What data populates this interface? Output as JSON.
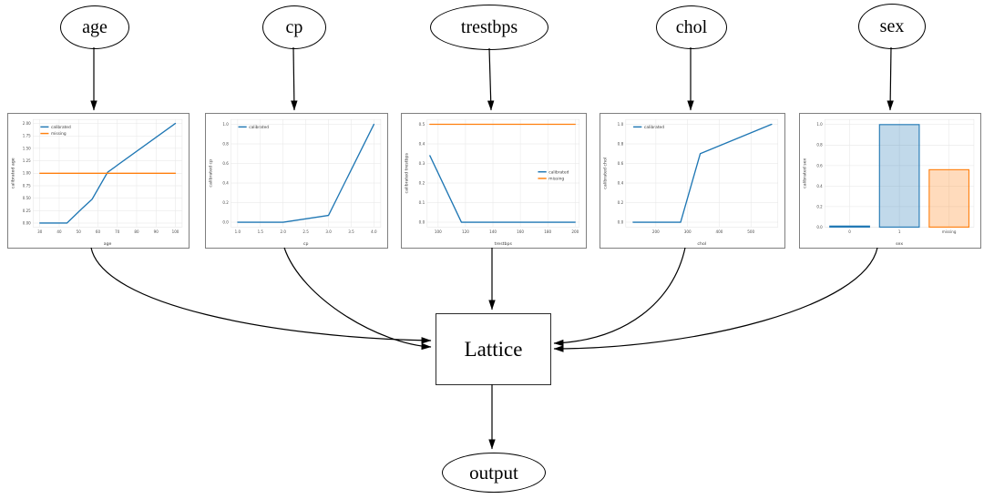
{
  "diagram": {
    "inputs": [
      {
        "id": "age",
        "label": "age"
      },
      {
        "id": "cp",
        "label": "cp"
      },
      {
        "id": "trestbps",
        "label": "trestbps"
      },
      {
        "id": "chol",
        "label": "chol"
      },
      {
        "id": "sex",
        "label": "sex"
      }
    ],
    "lattice_label": "Lattice",
    "output_label": "output",
    "edges": [
      {
        "from": "age",
        "to": "age-calibration-chart"
      },
      {
        "from": "cp",
        "to": "cp-calibration-chart"
      },
      {
        "from": "trestbps",
        "to": "trestbps-calibration-chart"
      },
      {
        "from": "chol",
        "to": "chol-calibration-chart"
      },
      {
        "from": "sex",
        "to": "sex-calibration-chart"
      },
      {
        "from": "age-calibration-chart",
        "to": "Lattice"
      },
      {
        "from": "cp-calibration-chart",
        "to": "Lattice"
      },
      {
        "from": "trestbps-calibration-chart",
        "to": "Lattice"
      },
      {
        "from": "chol-calibration-chart",
        "to": "Lattice"
      },
      {
        "from": "sex-calibration-chart",
        "to": "Lattice"
      },
      {
        "from": "Lattice",
        "to": "output"
      }
    ]
  },
  "colors": {
    "calibrated": "#1f77b4",
    "missing": "#ff7f0e",
    "calibrated_bar_fill": "rgba(31,119,180,0.28)",
    "missing_bar_fill": "rgba(255,127,14,0.28)",
    "grid": "#e6e6e6",
    "chart_box_border": "#7f7f7f",
    "tick_text": "#4a4a4a",
    "edge_stroke": "#000000"
  },
  "chart_data": [
    {
      "id": "age-calibration",
      "type": "line",
      "xlabel": "age",
      "ylabel": "calibrated age",
      "xlim": [
        26.5,
        103.5
      ],
      "ylim": [
        -0.08,
        2.08
      ],
      "xticks": [
        30,
        40,
        50,
        60,
        70,
        80,
        90,
        100
      ],
      "xtick_labels": [
        "30",
        "40",
        "50",
        "60",
        "70",
        "80",
        "90",
        "100"
      ],
      "yticks": [
        0.0,
        0.25,
        0.5,
        0.75,
        1.0,
        1.25,
        1.5,
        1.75,
        2.0
      ],
      "ytick_labels": [
        "0.00",
        "0.25",
        "0.50",
        "0.75",
        "1.00",
        "1.25",
        "1.50",
        "1.75",
        "2.00"
      ],
      "grid": true,
      "legend": {
        "position": "upper-left",
        "entries": [
          {
            "label": "calibrated",
            "color": "#1f77b4"
          },
          {
            "label": "missing",
            "color": "#ff7f0e"
          }
        ]
      },
      "series": [
        {
          "name": "calibrated",
          "color": "#1f77b4",
          "points": [
            [
              30,
              0.0
            ],
            [
              44,
              0.0
            ],
            [
              52,
              0.3
            ],
            [
              57,
              0.48
            ],
            [
              65,
              1.02
            ],
            [
              100,
              2.0
            ]
          ]
        },
        {
          "name": "missing",
          "color": "#ff7f0e",
          "points": [
            [
              30,
              1.0
            ],
            [
              100,
              1.0
            ]
          ]
        }
      ]
    },
    {
      "id": "cp-calibration",
      "type": "line",
      "xlabel": "cp",
      "ylabel": "calibrated cp",
      "xlim": [
        0.85,
        4.15
      ],
      "ylim": [
        -0.05,
        1.05
      ],
      "xticks": [
        1.0,
        1.5,
        2.0,
        2.5,
        3.0,
        3.5,
        4.0
      ],
      "xtick_labels": [
        "1.0",
        "1.5",
        "2.0",
        "2.5",
        "3.0",
        "3.5",
        "4.0"
      ],
      "yticks": [
        0.0,
        0.2,
        0.4,
        0.6,
        0.8,
        1.0
      ],
      "ytick_labels": [
        "0.0",
        "0.2",
        "0.4",
        "0.6",
        "0.8",
        "1.0"
      ],
      "grid": true,
      "legend": {
        "position": "upper-left",
        "entries": [
          {
            "label": "calibrated",
            "color": "#1f77b4"
          }
        ]
      },
      "series": [
        {
          "name": "calibrated",
          "color": "#1f77b4",
          "points": [
            [
              1,
              0.0
            ],
            [
              2,
              0.0
            ],
            [
              3,
              0.07
            ],
            [
              4,
              1.0
            ]
          ]
        }
      ]
    },
    {
      "id": "trestbps-calibration",
      "type": "line",
      "xlabel": "trestbps",
      "ylabel": "calibrated trestbps",
      "xlim": [
        92,
        203
      ],
      "ylim": [
        -0.025,
        0.525
      ],
      "xticks": [
        100,
        120,
        140,
        160,
        180,
        200
      ],
      "xtick_labels": [
        "100",
        "120",
        "140",
        "160",
        "180",
        "200"
      ],
      "yticks": [
        0.0,
        0.1,
        0.2,
        0.3,
        0.4,
        0.5
      ],
      "ytick_labels": [
        "0.0",
        "0.1",
        "0.2",
        "0.3",
        "0.4",
        "0.5"
      ],
      "grid": true,
      "legend": {
        "position": "center-right",
        "entries": [
          {
            "label": "calibrated",
            "color": "#1f77b4"
          },
          {
            "label": "missing",
            "color": "#ff7f0e"
          }
        ]
      },
      "series": [
        {
          "name": "calibrated",
          "color": "#1f77b4",
          "points": [
            [
              94,
              0.34
            ],
            [
              117,
              0.0
            ],
            [
              200,
              0.0
            ]
          ]
        },
        {
          "name": "missing",
          "color": "#ff7f0e",
          "points": [
            [
              94,
              0.5
            ],
            [
              200,
              0.5
            ]
          ]
        }
      ]
    },
    {
      "id": "chol-calibration",
      "type": "line",
      "xlabel": "chol",
      "ylabel": "calibrated chol",
      "xlim": [
        105,
        585
      ],
      "ylim": [
        -0.05,
        1.05
      ],
      "xticks": [
        200,
        300,
        400,
        500
      ],
      "xtick_labels": [
        "200",
        "300",
        "400",
        "500"
      ],
      "yticks": [
        0.0,
        0.2,
        0.4,
        0.6,
        0.8,
        1.0
      ],
      "ytick_labels": [
        "0.0",
        "0.2",
        "0.4",
        "0.6",
        "0.8",
        "1.0"
      ],
      "grid": true,
      "legend": {
        "position": "upper-left",
        "entries": [
          {
            "label": "calibrated",
            "color": "#1f77b4"
          }
        ]
      },
      "series": [
        {
          "name": "calibrated",
          "color": "#1f77b4",
          "points": [
            [
              128,
              0.0
            ],
            [
              278,
              0.0
            ],
            [
              340,
              0.7
            ],
            [
              565,
              1.0
            ]
          ]
        }
      ]
    },
    {
      "id": "sex-calibration",
      "type": "bar",
      "xlabel": "sex",
      "ylabel": "calibrated sex",
      "categories": [
        "0",
        "1",
        "missing"
      ],
      "values": [
        0.01,
        1.0,
        0.56
      ],
      "bar_colors": [
        {
          "fill": "rgba(31,119,180,0.28)",
          "edge": "#1f77b4"
        },
        {
          "fill": "rgba(31,119,180,0.28)",
          "edge": "#1f77b4"
        },
        {
          "fill": "rgba(255,127,14,0.28)",
          "edge": "#ff7f0e"
        }
      ],
      "ylim": [
        0,
        1.05
      ],
      "yticks": [
        0.0,
        0.2,
        0.4,
        0.6,
        0.8,
        1.0
      ],
      "ytick_labels": [
        "0.0",
        "0.2",
        "0.4",
        "0.6",
        "0.8",
        "1.0"
      ],
      "grid": true
    }
  ]
}
